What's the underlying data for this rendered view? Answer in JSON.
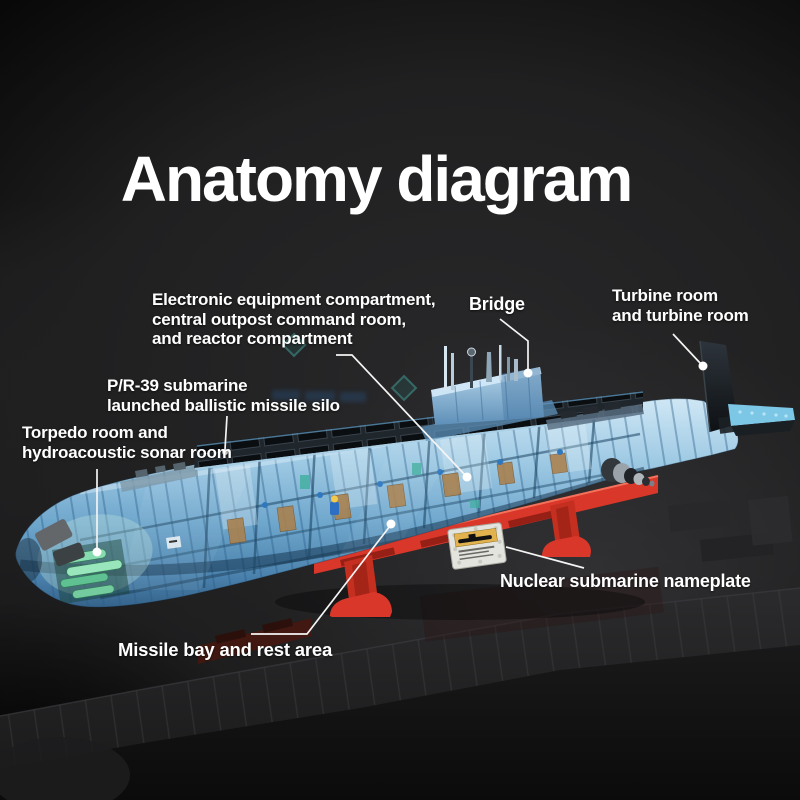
{
  "title": "Anatomy diagram",
  "callouts": {
    "electronic": {
      "lines": [
        "Electronic equipment compartment,",
        "central outpost command room,",
        "and reactor compartment"
      ]
    },
    "bridge": {
      "text": "Bridge"
    },
    "turbine": {
      "lines": [
        "Turbine room",
        "and turbine room"
      ]
    },
    "pr39": {
      "lines": [
        "P/R-39 submarine",
        "launched ballistic missile silo"
      ]
    },
    "torpedo": {
      "lines": [
        "Torpedo room and",
        "hydroacoustic sonar room"
      ]
    },
    "nameplate": {
      "text": "Nuclear submarine nameplate"
    },
    "missile_bay": {
      "text": "Missile bay and rest area"
    }
  },
  "colors": {
    "label_text": "#ffffff",
    "background_top": "#000000",
    "background_mid": "#29292b",
    "background_bottom": "#0b0b0c",
    "hull_blue_light": "#cfe7f5",
    "hull_blue": "#8fc0de",
    "hull_blue_deep": "#35638a",
    "hatch_black": "#0b0e11",
    "sail_blue": "#9dc6e2",
    "stand_red": "#d9372a",
    "stand_red_dark": "#8e1e13",
    "torpedo_green": "#86dcae",
    "nameplate_gold": "#e2b24e",
    "watermark_teal": "#4ab0a6"
  }
}
